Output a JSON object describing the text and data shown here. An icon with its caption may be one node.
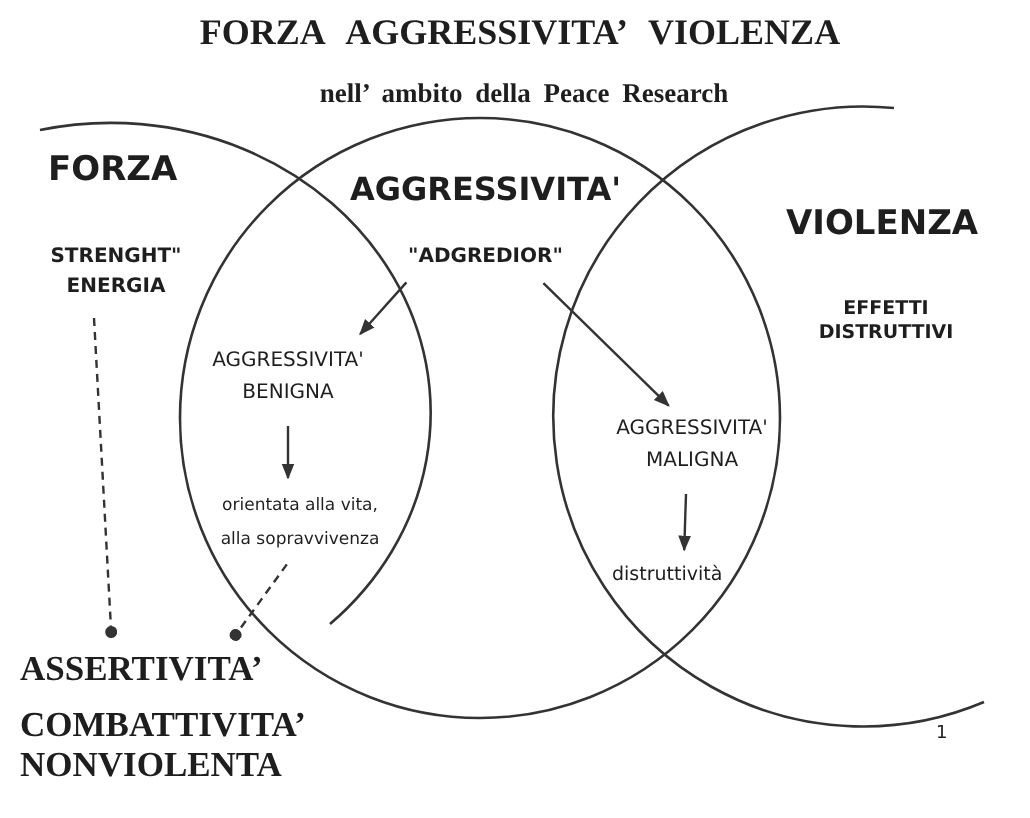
{
  "diagram": {
    "title": "FORZA AGGRESSIVITA’ VIOLENZA",
    "nodes": [
      {
        "text": [
          "FORZA"
        ]
      },
      {
        "text": [
          "AGGRESSIVITA'"
        ]
      },
      {
        "text": [
          "VIOLENZA"
        ]
      },
      {
        "text": [
          "STRENGHT\" ENERGIA"
        ],
        "in": 0
      },
      {
        "text": [
          "\"ADGREDIOR\""
        ],
        "in": 1
      },
      {
        "text": [
          "EFFETTI DISTRUTTIVI"
        ],
        "in": 2
      },
      {
        "text": [
          "AGGRESSIVITA' BENIGNA"
        ]
      },
      {
        "text": [
          "AGGRESSIVITA' MALIGNA"
        ]
      },
      {
        "text": [
          "orientata alla vita, alla sopravvivenza"
        ]
      },
      {
        "text": [
          "distruttività"
        ]
      },
      {
        "text": [
          "ASSERTIVITA’"
        ]
      }
    ],
    "edges": [
      {
        "from": 4,
        "to": 6,
        "arrow": "to"
      },
      {
        "from": 4,
        "to": 7,
        "arrow": "to"
      },
      {
        "from": 6,
        "to": 8,
        "arrow": "to"
      },
      {
        "from": 7,
        "to": 9,
        "arrow": "to"
      },
      {
        "from": 3,
        "to": 10,
        "arrow": "other",
        "style": "dashed"
      },
      {
        "from": 8,
        "to": 10,
        "arrow": "other",
        "style": "dashed"
      }
    ],
    "labels": [
      "nell’ ambito della Peace Research",
      "COMBATTIVITA’ NONVIOLENTA",
      "1"
    ]
  }
}
